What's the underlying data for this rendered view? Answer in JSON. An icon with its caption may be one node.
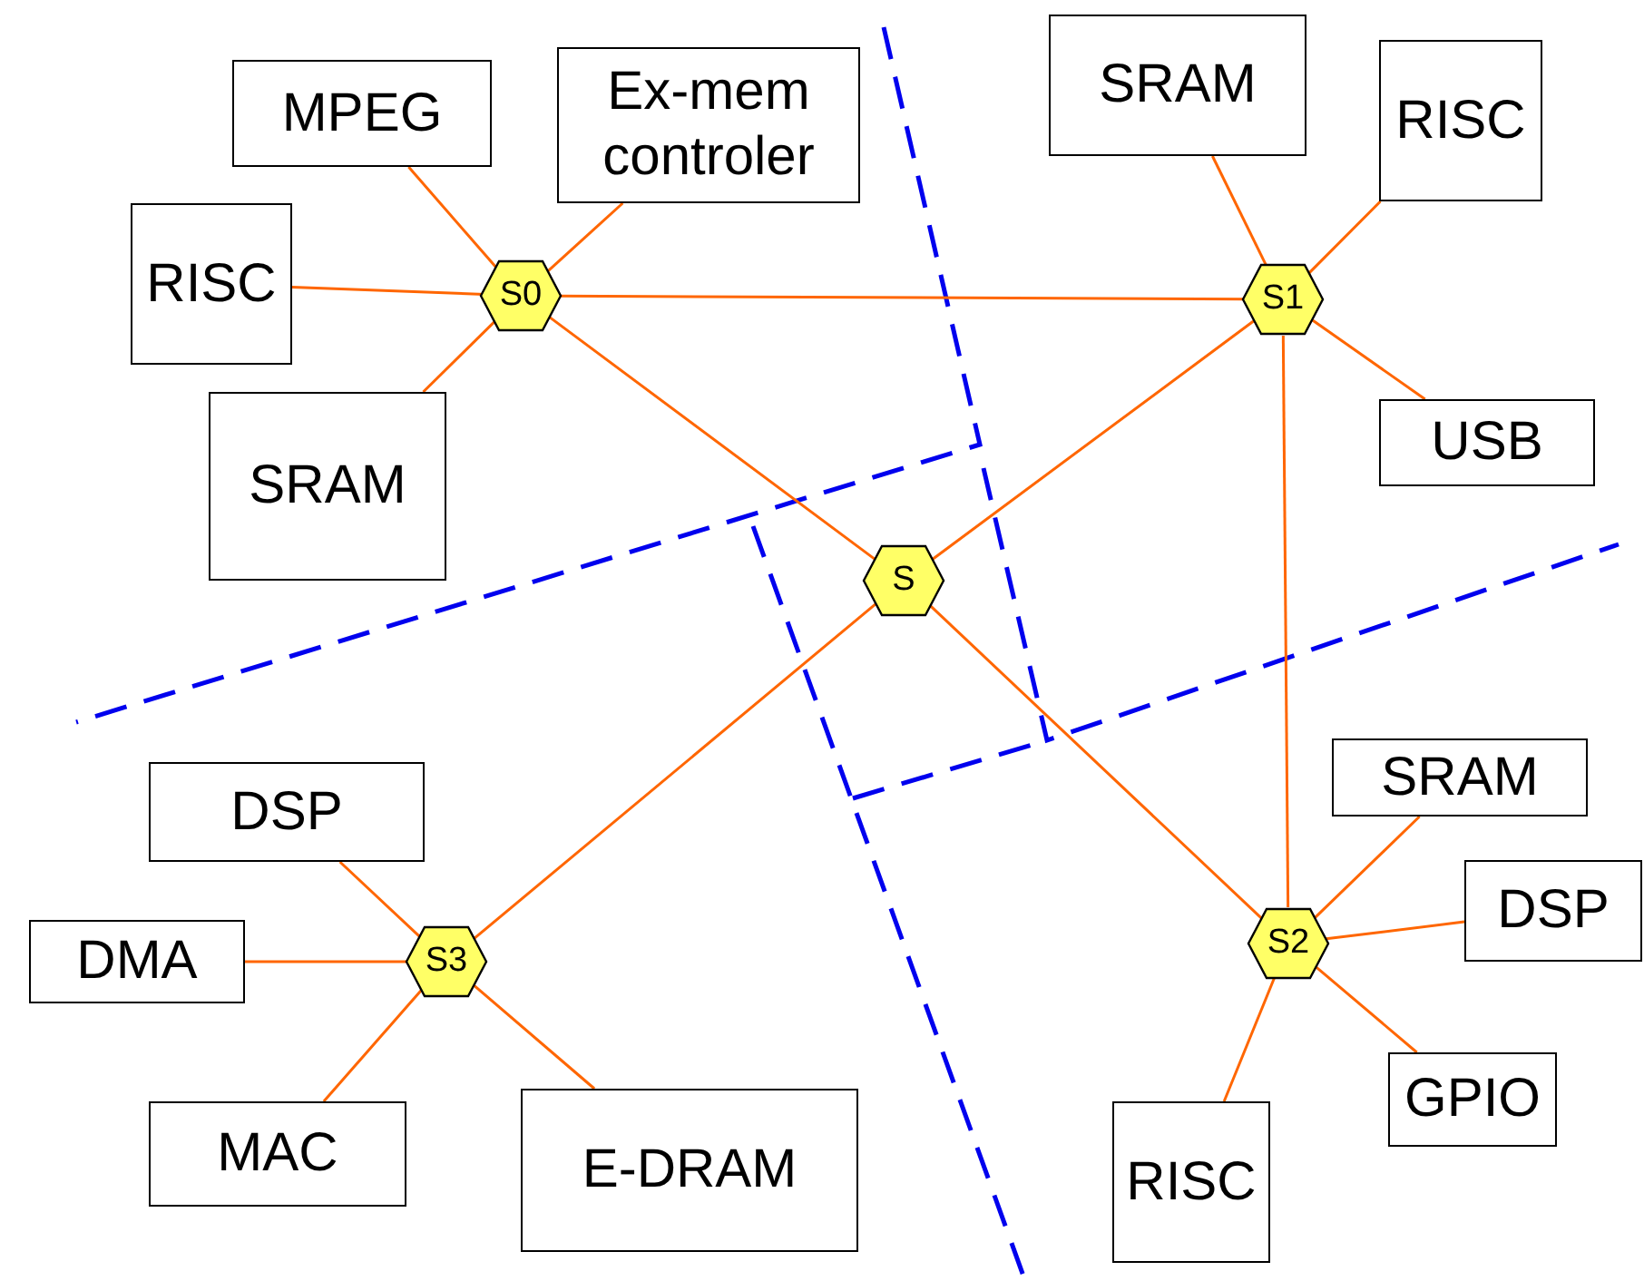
{
  "diagram": {
    "nodes": [
      {
        "text": [
          "MPEG"
        ]
      },
      {
        "text": [
          "Ex-mem controler"
        ]
      },
      {
        "text": [
          "RISC"
        ]
      },
      {
        "text": [
          "S0"
        ]
      },
      {
        "text": [
          "SRAM"
        ]
      },
      {
        "text": [
          "SRAM"
        ]
      },
      {
        "text": [
          "RISC"
        ]
      },
      {
        "text": [
          "S1"
        ]
      },
      {
        "text": [
          "USB"
        ]
      },
      {
        "text": [
          "S"
        ]
      },
      {
        "text": [
          "DSP"
        ]
      },
      {
        "text": [
          "DMA"
        ]
      },
      {
        "text": [
          "S3"
        ]
      },
      {
        "text": [
          "MAC"
        ]
      },
      {
        "text": [
          "E-DRAM"
        ]
      },
      {
        "text": [
          "SRAM"
        ]
      },
      {
        "text": [
          "DSP"
        ]
      },
      {
        "text": [
          "S2"
        ]
      },
      {
        "text": [
          "GPIO"
        ]
      },
      {
        "text": [
          "RISC"
        ]
      }
    ],
    "edges": [
      {
        "from": 3,
        "to": 0,
        "arrow": "none"
      },
      {
        "from": 3,
        "to": 1,
        "arrow": "none"
      },
      {
        "from": 3,
        "to": 2,
        "arrow": "none"
      },
      {
        "from": 3,
        "to": 4,
        "arrow": "none"
      },
      {
        "from": 3,
        "to": 7,
        "arrow": "none"
      },
      {
        "from": 3,
        "to": 9,
        "arrow": "none"
      },
      {
        "from": 7,
        "to": 5,
        "arrow": "none"
      },
      {
        "from": 7,
        "to": 6,
        "arrow": "none"
      },
      {
        "from": 7,
        "to": 8,
        "arrow": "none"
      },
      {
        "from": 7,
        "to": 9,
        "arrow": "none"
      },
      {
        "from": 7,
        "to": 17,
        "arrow": "none"
      },
      {
        "from": 9,
        "to": 12,
        "arrow": "none"
      },
      {
        "from": 9,
        "to": 17,
        "arrow": "none"
      },
      {
        "from": 12,
        "to": 10,
        "arrow": "none"
      },
      {
        "from": 12,
        "to": 11,
        "arrow": "none"
      },
      {
        "from": 12,
        "to": 13,
        "arrow": "none"
      },
      {
        "from": 12,
        "to": 14,
        "arrow": "none"
      },
      {
        "from": 17,
        "to": 15,
        "arrow": "none"
      },
      {
        "from": 17,
        "to": 16,
        "arrow": "none"
      },
      {
        "from": 17,
        "to": 18,
        "arrow": "none"
      },
      {
        "from": 17,
        "to": 19,
        "arrow": "none"
      }
    ]
  }
}
